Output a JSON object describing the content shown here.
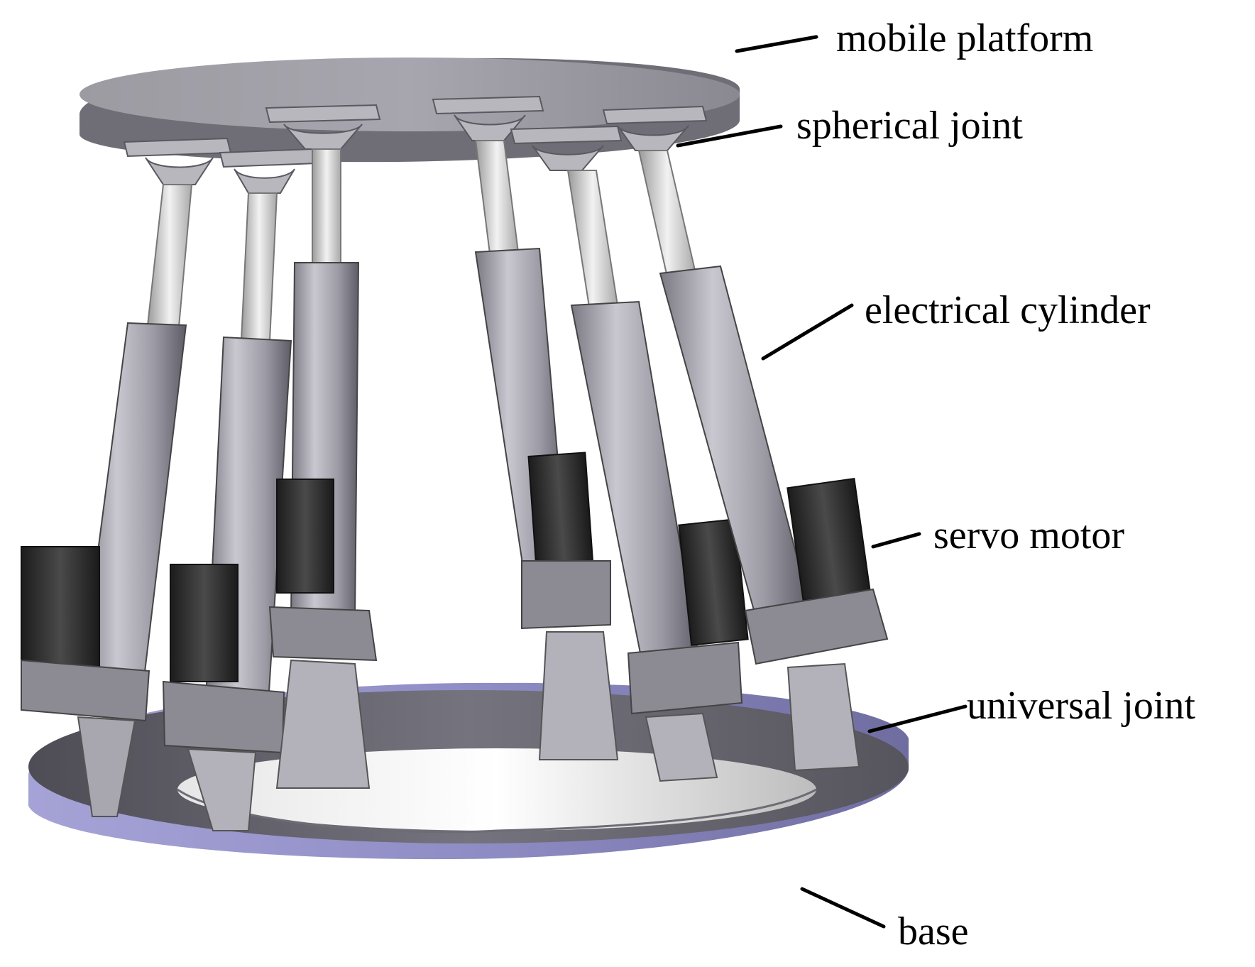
{
  "figure": {
    "labels": {
      "mobile_platform": "mobile platform",
      "spherical_joint": "spherical joint",
      "electrical_cylinder": "electrical cylinder",
      "servo_motor": "servo motor",
      "universal_joint": "universal joint",
      "base": "base"
    }
  },
  "colors": {
    "platform": "#8e8c93",
    "base_edge": "#8a88c6",
    "cylinder": "#a9a7b0",
    "motor": "#2c2c2c",
    "rod": "#dcdcdc"
  }
}
